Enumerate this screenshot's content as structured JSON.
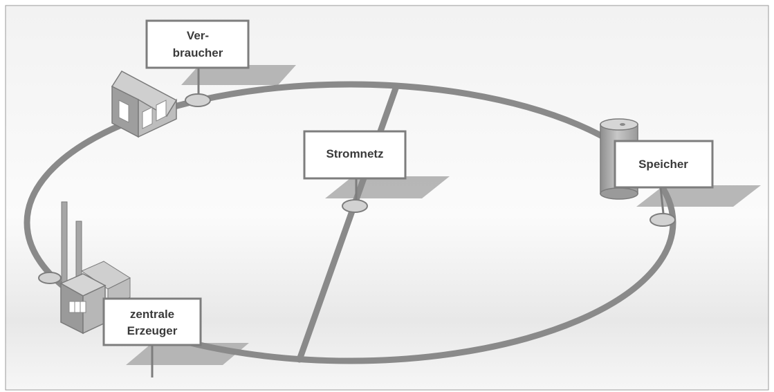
{
  "diagram": {
    "labels": {
      "consumer_line1": "Ver-",
      "consumer_line2": "braucher",
      "grid": "Stromnetz",
      "storage": "Speicher",
      "producer_line1": "zentrale",
      "producer_line2": "Erzeuger"
    },
    "colors": {
      "ring": "#8a8a8a",
      "building": "#b9b9b9",
      "building_dark": "#8f8f8f",
      "label_border": "#7d7d7d",
      "shadow": "#a9a9a9"
    }
  }
}
